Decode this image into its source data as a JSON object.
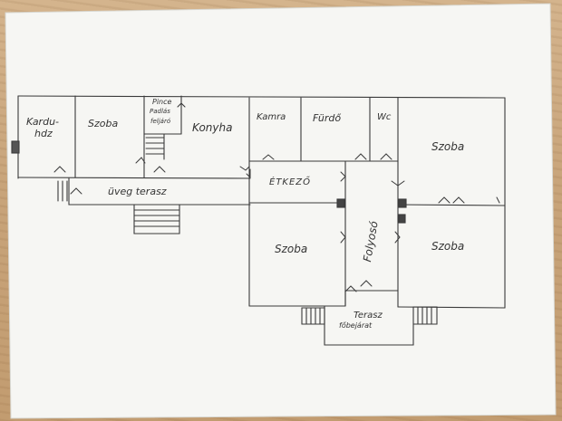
{
  "rooms": {
    "kardu": "Kardu-",
    "kardu2": "hdz",
    "szoba1": "Szoba",
    "pince1": "Pince",
    "pince2": "Padlás",
    "pince3": "feljáró",
    "konyha": "Konyha",
    "kamra": "Kamra",
    "furdo": "Fürdő",
    "wc": "Wc",
    "szoba_tr": "Szoba",
    "etkezo": "ÉTKEZŐ",
    "uveg": "üveg terasz",
    "szoba_mid": "Szoba",
    "folyoso": "Folyosó",
    "szoba_br": "Szoba",
    "terasz1": "Terasz",
    "terasz2": "főbejárat"
  },
  "colors": {
    "ink": "#3a3a3a",
    "paper": "#f7f7f4",
    "wood": "#c8a47a"
  }
}
